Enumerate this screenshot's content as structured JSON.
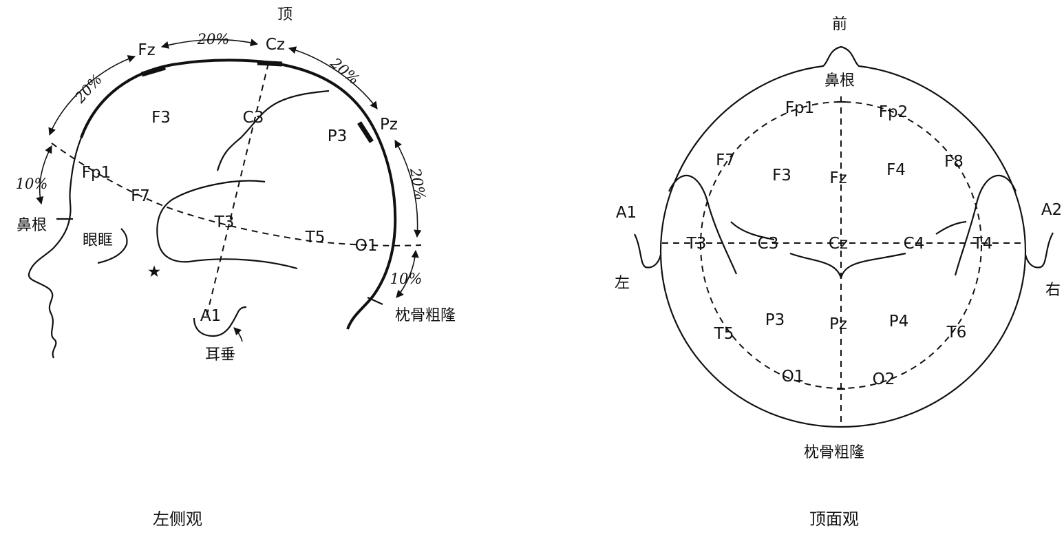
{
  "left_view": {
    "caption": "左侧观",
    "top_label": "顶",
    "nasion": "鼻根",
    "orbit": "眼眶",
    "earlobe": "耳垂",
    "inion": "枕骨粗隆",
    "star": "★",
    "pct_20": "20%",
    "pct_10": "10%",
    "electrodes": {
      "Fz": "Fz",
      "Cz": "Cz",
      "Pz": "Pz",
      "F3": "F3",
      "C3": "C3",
      "P3": "P3",
      "Fp1": "Fp1",
      "F7": "F7",
      "T3": "T3",
      "T5": "T5",
      "O1": "O1",
      "A1": "A1"
    }
  },
  "top_view": {
    "caption": "顶面观",
    "front": "前",
    "nasion": "鼻根",
    "inion": "枕骨粗隆",
    "left": "左",
    "right": "右",
    "electrodes": {
      "Fp1": "Fp1",
      "Fp2": "Fp2",
      "F7": "F7",
      "F3": "F3",
      "Fz": "Fz",
      "F4": "F4",
      "F8": "F8",
      "A1": "A1",
      "A2": "A2",
      "T3": "T3",
      "C3": "C3",
      "Cz": "Cz",
      "C4": "C4",
      "T4": "T4",
      "T5": "T5",
      "P3": "P3",
      "Pz": "Pz",
      "P4": "P4",
      "T6": "T6",
      "O1": "O1",
      "O2": "O2"
    }
  }
}
